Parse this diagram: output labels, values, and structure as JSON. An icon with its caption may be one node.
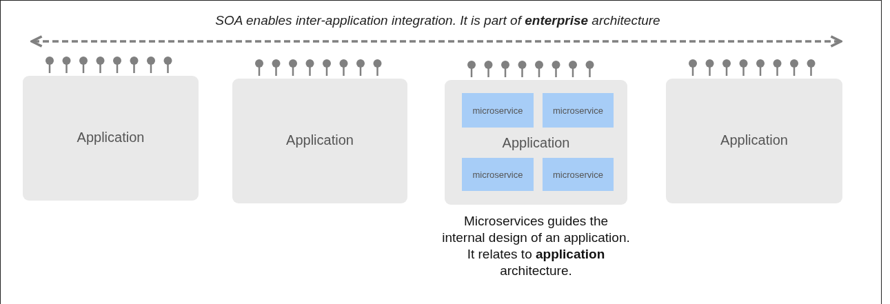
{
  "diagram": {
    "title": "SOA enables inter-application integration. It is part of **enterprise** architecture",
    "nodes": [
      {
        "text": [
          "Application"
        ]
      },
      {
        "text": [
          "Application"
        ]
      },
      {
        "text": [
          "Application"
        ],
        "beside": [
          "Microservices guides the internal design of an application. It relates to **application** architecture."
        ]
      },
      {
        "text": [
          "microservice"
        ],
        "in": 2
      },
      {
        "text": [
          "microservice"
        ],
        "in": 2
      },
      {
        "text": [
          "microservice"
        ],
        "in": 2
      },
      {
        "text": [
          "microservice"
        ],
        "in": 2
      },
      {
        "text": [
          "Application"
        ]
      }
    ],
    "edges": []
  }
}
